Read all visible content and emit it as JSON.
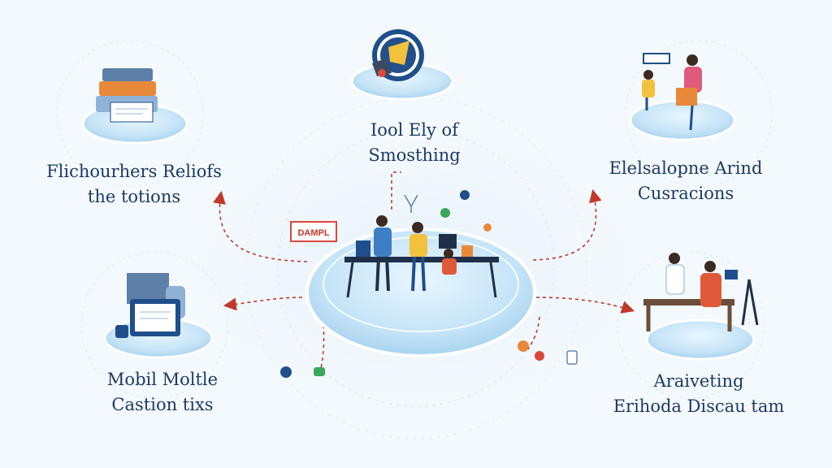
{
  "center": {
    "title_line1": "Iool Ely of",
    "title_line2": "Smosthing",
    "tag": "DAMPL"
  },
  "nodes": {
    "top_left": {
      "line1": "Flichourhers Reliofs",
      "line2": "the totions",
      "icon": "stacked-documents-icon"
    },
    "top_right": {
      "line1": "Elelsalopne Arind",
      "line2": "Cusracions",
      "icon": "parent-child-shopping-icon"
    },
    "bottom_left": {
      "line1": "Mobil Moltle",
      "line2": "Castion tixs",
      "icon": "tablet-database-icon"
    },
    "bottom_right": {
      "line1": "Araiveting",
      "line2": "Erihoda Discau tam",
      "icon": "workshop-desk-icon"
    },
    "top_center": {
      "icon": "shield-badge-icon"
    }
  },
  "colors": {
    "text": "#1c3a66",
    "arrow": "#c0392b",
    "platform": "#cfe8f8",
    "platform_edge": "#ffffff",
    "accent_blue": "#1f4e8c",
    "accent_orange": "#e8893a"
  }
}
